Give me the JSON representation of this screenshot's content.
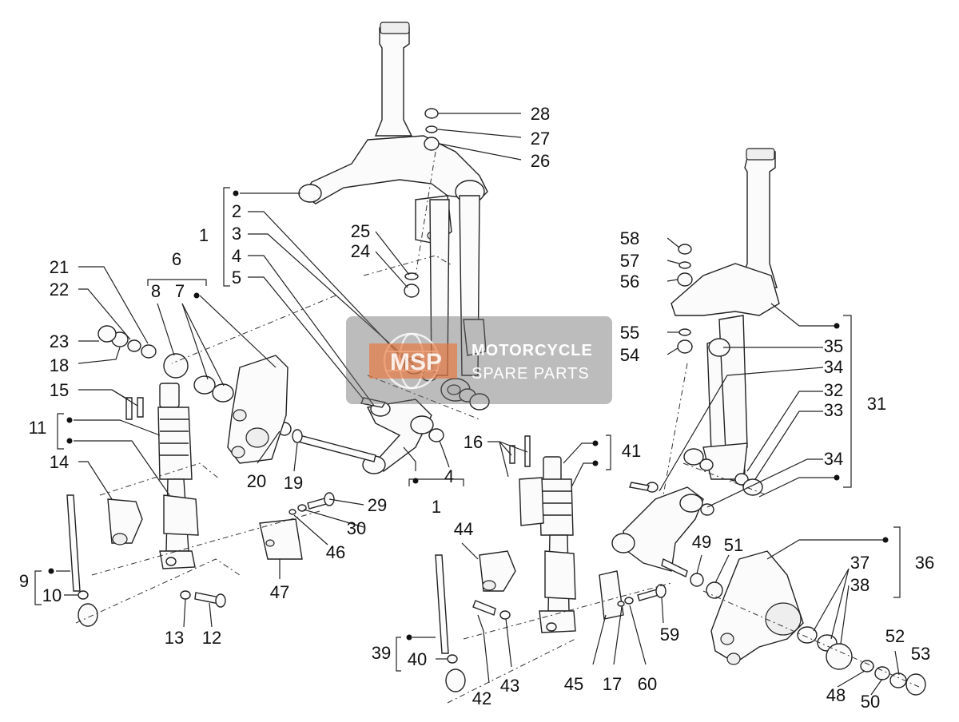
{
  "diagram": {
    "labels": [
      "1",
      "2",
      "3",
      "4",
      "5",
      "6",
      "7",
      "8",
      "9",
      "10",
      "11",
      "12",
      "13",
      "14",
      "15",
      "16",
      "17",
      "18",
      "19",
      "20",
      "21",
      "22",
      "23",
      "24",
      "25",
      "26",
      "27",
      "28",
      "29",
      "30",
      "31",
      "32",
      "33",
      "34",
      "35",
      "36",
      "37",
      "38",
      "39",
      "40",
      "41",
      "42",
      "43",
      "44",
      "45",
      "46",
      "47",
      "48",
      "49",
      "50",
      "51",
      "52",
      "53",
      "54",
      "55",
      "56",
      "57",
      "58",
      "59",
      "60"
    ],
    "watermark": {
      "logo_text": "MSP",
      "line1": "MOTORCYCLE",
      "line2": "SPARE PARTS"
    }
  }
}
